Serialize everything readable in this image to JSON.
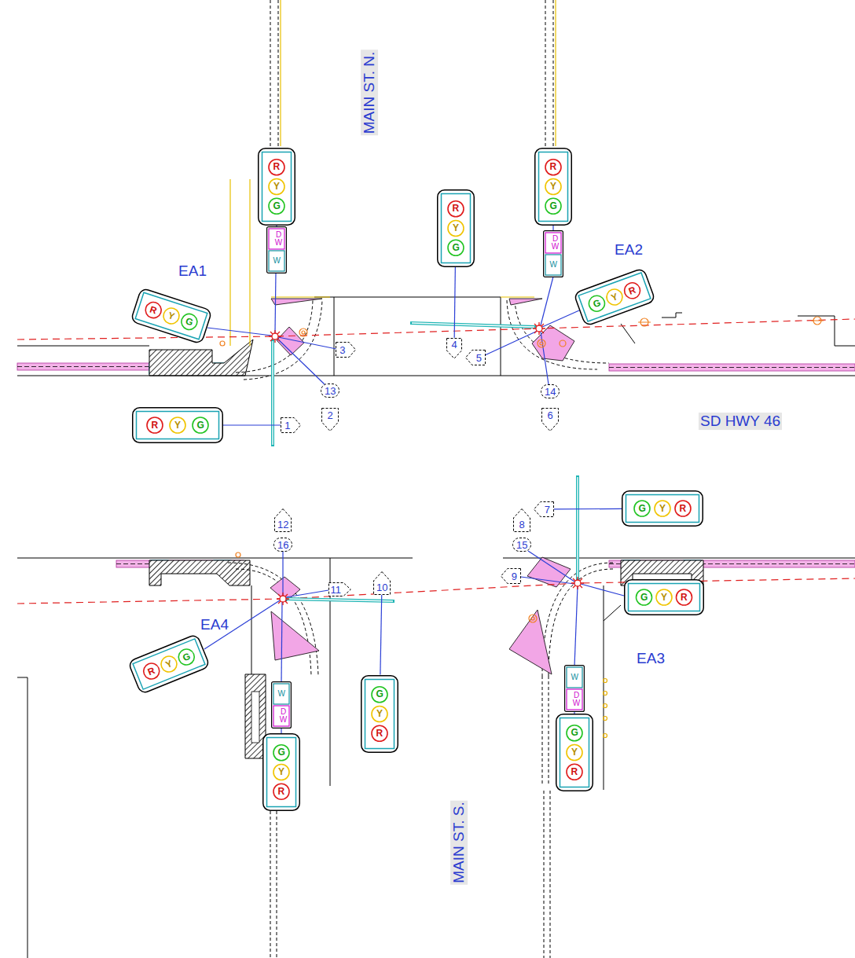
{
  "diagram": {
    "nodes": [
      {
        "text": [
          "R",
          "Y",
          "G"
        ]
      },
      {
        "text": [
          "R",
          "Y",
          "G"
        ]
      },
      {
        "text": [
          "R",
          "Y",
          "G"
        ]
      },
      {
        "text": [
          "D W",
          "W"
        ]
      },
      {
        "text": [
          "D W",
          "W"
        ]
      },
      {
        "text": [
          "G",
          "Y",
          "R"
        ]
      },
      {
        "text": [
          "R",
          "Y",
          "G"
        ]
      },
      {
        "text": [
          "4"
        ]
      },
      {
        "text": [
          "3"
        ]
      },
      {
        "text": [
          "5"
        ]
      },
      {
        "text": [
          "13"
        ]
      },
      {
        "text": [
          "14"
        ]
      },
      {
        "text": [
          "2"
        ]
      },
      {
        "text": [
          "6"
        ]
      },
      {
        "text": [
          "R",
          "Y",
          "G"
        ]
      },
      {
        "text": [
          "1"
        ]
      },
      {
        "text": [
          "G",
          "Y",
          "R"
        ]
      },
      {
        "text": [
          "7"
        ]
      },
      {
        "text": [
          "12"
        ]
      },
      {
        "text": [
          "8"
        ]
      },
      {
        "text": [
          "16"
        ]
      },
      {
        "text": [
          "15"
        ]
      },
      {
        "text": [
          "9"
        ]
      },
      {
        "text": [
          "10"
        ]
      },
      {
        "text": [
          "11"
        ]
      },
      {
        "text": [
          "G",
          "Y",
          "R"
        ]
      },
      {
        "text": [
          "R",
          "Y",
          "G"
        ]
      },
      {
        "text": [
          "W",
          "D W"
        ]
      },
      {
        "text": [
          "W",
          "D W"
        ]
      },
      {
        "text": [
          "G",
          "Y",
          "R"
        ]
      },
      {
        "text": [
          "G",
          "Y",
          "R"
        ]
      },
      {
        "text": [
          "G",
          "Y",
          "R"
        ]
      }
    ],
    "edges": [
      {
        "from": 14,
        "to": 15,
        "arrow": "none"
      },
      {
        "from": 2,
        "to": 7,
        "arrow": "none"
      },
      {
        "from": 16,
        "to": 17,
        "arrow": "none"
      },
      {
        "from": 29,
        "to": 23,
        "arrow": "none"
      }
    ],
    "labels": [
      "MAIN ST. N.",
      "EA1",
      "EA2",
      "SD HWY 46",
      "EA4",
      "EA3",
      "MAIN ST. S."
    ]
  }
}
